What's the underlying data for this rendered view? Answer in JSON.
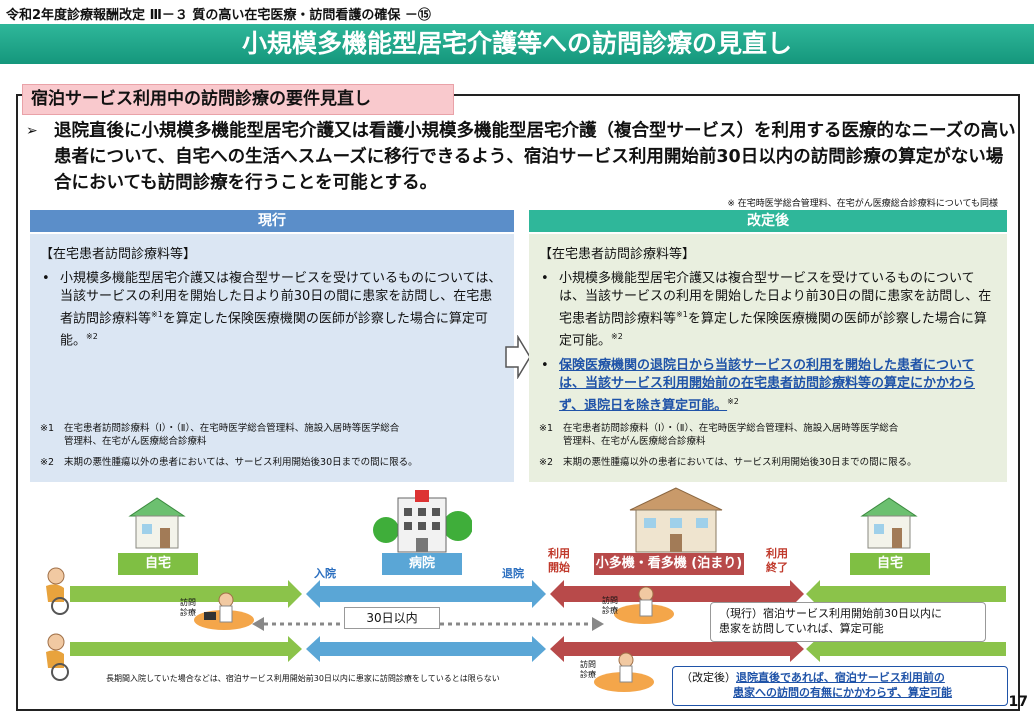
{
  "header": {
    "top_line": "令和2年度診療報酬改定 Ⅲ－３ 質の高い在宅医療・訪問看護の確保 －⑮",
    "title": "小規模多機能型居宅介護等への訪問診療の見直し"
  },
  "section": {
    "tag": "宿泊サービス利用中の訪問診療の要件見直し",
    "bullet": "退院直後に小規模多機能型居宅介護又は看護小規模多機能型居宅介護（複合型サービス）を利用する医療的なニーズの高い患者について、自宅への生活へスムーズに移行できるよう、宿泊サービス利用開始前30日以内の訪問診療の算定がない場合においても訪問診療を行うことを可能とする。",
    "note": "※ 在宅時医学総合管理料、在宅がん医療総合診療料についても同様"
  },
  "current": {
    "header": "現行",
    "heading": "【在宅患者訪問診療料等】",
    "item1": "小規模多機能型居宅介護又は複合型サービスを受けているものについては、当該サービスの利用を開始した日より前30日の間に患家を訪問し、在宅患者訪問診療料等",
    "item1_sup1": "※1",
    "item1_tail": "を算定した保険医療機関の医師が診察した場合に算定可能。",
    "item1_sup2": "※2",
    "fn1_key": "※1",
    "fn1": "在宅患者訪問診療料（Ⅰ）・（Ⅱ）、在宅時医学総合管理料、施設入居時等医学総合",
    "fn1b": "管理料、在宅がん医療総合診療料",
    "fn2_key": "※2",
    "fn2": "末期の悪性腫瘍以外の患者においては、サービス利用開始後30日までの間に限る。"
  },
  "revised": {
    "header": "改定後",
    "heading": "【在宅患者訪問診療料等】",
    "item1": "小規模多機能型居宅介護又は複合型サービスを受けているものについては、当該サービスの利用を開始した日より前30日の間に患家を訪問し、在宅患者訪問診療料等",
    "item1_sup1": "※1",
    "item1_tail": "を算定した保険医療機関の医師が診察した場合に算定可能。",
    "item1_sup2": "※2",
    "item2": "保険医療機関の退院日から当該サービスの利用を開始した患者については、当該サービス利用開始前の在宅患者訪問診療料等の算定にかかわらず、退院日を除き算定可能。",
    "item2_sup": "※2",
    "fn1_key": "※1",
    "fn1": "在宅患者訪問診療料（Ⅰ）・（Ⅱ）、在宅時医学総合管理料、施設入居時等医学総合",
    "fn1b": "管理料、在宅がん医療総合診療料",
    "fn2_key": "※2",
    "fn2": "末期の悪性腫瘍以外の患者においては、サービス利用開始後30日までの間に限る。"
  },
  "diagram": {
    "home_left": "自宅",
    "nyuin": "入院",
    "hospital": "病院",
    "taiin": "退院",
    "riyo_start": "利用\n開始",
    "service": "小多機・看多機 (泊まり)",
    "riyo_end": "利用\n終了",
    "home_right": "自宅",
    "visit": "訪問\n診療",
    "thirty_days": "30日以内",
    "callout1_line1": "（現行）宿泊サービス利用開始前30日以内に",
    "callout1_line2": "患家を訪問していれば、算定可能",
    "note_long": "長期間入院していた場合などは、宿泊サービス利用開始前30日以内に患家に訪問診療をしているとは限らない",
    "callout2_prefix": "（改定後）",
    "callout2_line1": "退院直後であれば、宿泊サービス利用前の",
    "callout2_line2": "患家への訪問の有無にかかわらず、算定可能"
  },
  "page_number": "17",
  "colors": {
    "banner": "#1fa88a",
    "current_header": "#5b8ec9",
    "current_bg": "#dbe6f3",
    "revised_header": "#2fb79a",
    "revised_bg": "#e9efdf",
    "green_bar": "#7fbf43",
    "blue_bar": "#5aa6d6",
    "red_bar": "#b84a4a"
  }
}
